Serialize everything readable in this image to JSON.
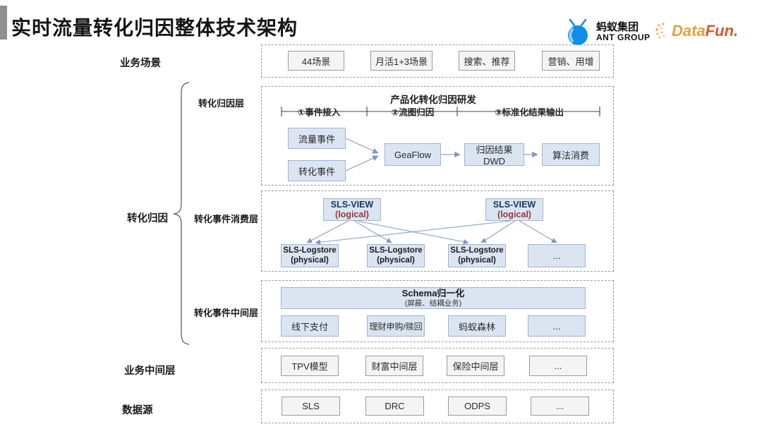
{
  "header": {
    "title": "实时流量转化归因整体技术架构",
    "ant_logo": {
      "cn": "蚂蚁集团",
      "en": "ANT GROUP"
    },
    "datafun_logo": {
      "part1": "Data",
      "part2": "Fun."
    }
  },
  "colors": {
    "ant_blue": "#0f8ee9",
    "datafun_gold": "#e2a23b",
    "datafun_red": "#dd5530",
    "box_blue_fill": "#dbe5f2",
    "box_blue_border": "#9db4d3",
    "box_gray_fill": "#f4f4f4",
    "arrow": "#8aa2c6",
    "logical_red": "#943735"
  },
  "left_labels": {
    "biz_scene": "业务场景",
    "attribution_group": "转化归因",
    "attribution_layer": "转化归因层",
    "consume_layer": "转化事件消费层",
    "event_middle_layer": "转化事件中间层",
    "biz_middle_layer": "业务中间层",
    "datasource": "数据源"
  },
  "bands": {
    "scene": {
      "boxes": [
        "44场景",
        "月活1+3场景",
        "搜索、推荐",
        "营销、用增"
      ]
    },
    "attribution": {
      "title": "产品化转化归因研发",
      "phases": [
        "①事件接入",
        "②流图归因",
        "③标准化结果输出"
      ],
      "nodes": {
        "traffic": "流量事件",
        "conversion": "转化事件",
        "geaflow": "GeaFlow",
        "dwd": "归因结果DWD",
        "algo": "算法消费"
      }
    },
    "consume": {
      "views": [
        {
          "line1": "SLS-VIEW",
          "line2": "(logical)"
        },
        {
          "line1": "SLS-VIEW",
          "line2": "(logical)"
        }
      ],
      "stores": [
        {
          "line1": "SLS-Logstore",
          "line2": "(physical)"
        },
        {
          "line1": "SLS-Logstore",
          "line2": "(physical)"
        },
        {
          "line1": "SLS-Logstore",
          "line2": "(physical)"
        },
        {
          "line1": "...",
          "line2": ""
        }
      ]
    },
    "middle": {
      "schema_title": "Schema归一化",
      "schema_sub": "(屏蔽、结耦业务)",
      "boxes": [
        "线下支付",
        "理财申购/赎回",
        "蚂蚁森林",
        "..."
      ]
    },
    "biz_middle": {
      "boxes": [
        "TPV模型",
        "财富中间层",
        "保险中间层",
        "..."
      ]
    },
    "datasource": {
      "boxes": [
        "SLS",
        "DRC",
        "ODPS",
        "..."
      ]
    }
  }
}
